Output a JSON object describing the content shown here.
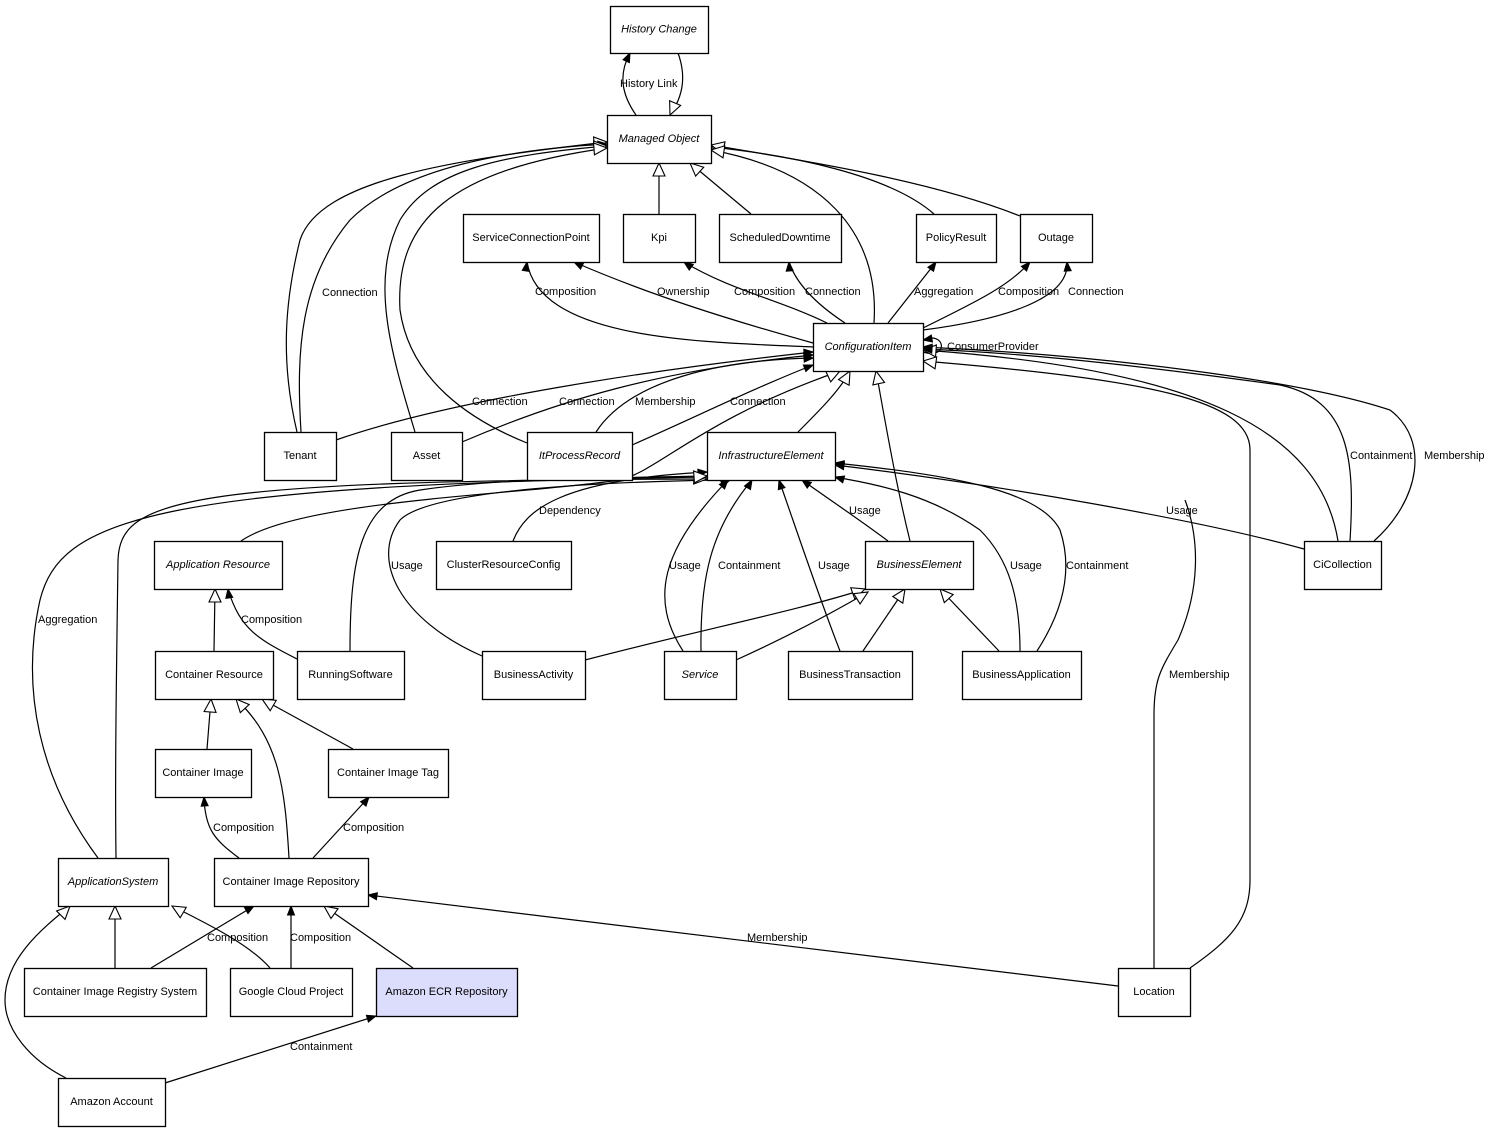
{
  "diagram": {
    "type": "class-relationship-diagram",
    "highlighted_node": "amazon-ecr-repository",
    "highlight_color": "#dcdcfc",
    "nodes": [
      {
        "id": "history-change",
        "label": "History Change",
        "abstract": true
      },
      {
        "id": "managed-object",
        "label": "Managed Object",
        "abstract": true
      },
      {
        "id": "service-connection-point",
        "label": "ServiceConnectionPoint",
        "abstract": false
      },
      {
        "id": "kpi",
        "label": "Kpi",
        "abstract": false
      },
      {
        "id": "scheduled-downtime",
        "label": "ScheduledDowntime",
        "abstract": false
      },
      {
        "id": "policy-result",
        "label": "PolicyResult",
        "abstract": false
      },
      {
        "id": "outage",
        "label": "Outage",
        "abstract": false
      },
      {
        "id": "configuration-item",
        "label": "ConfigurationItem",
        "abstract": true
      },
      {
        "id": "tenant",
        "label": "Tenant",
        "abstract": false
      },
      {
        "id": "asset",
        "label": "Asset",
        "abstract": false
      },
      {
        "id": "it-process-record",
        "label": "ItProcessRecord",
        "abstract": true
      },
      {
        "id": "infrastructure-element",
        "label": "InfrastructureElement",
        "abstract": true
      },
      {
        "id": "application-resource",
        "label": "Application Resource",
        "abstract": true
      },
      {
        "id": "cluster-resource-config",
        "label": "ClusterResourceConfig",
        "abstract": false
      },
      {
        "id": "business-element",
        "label": "BusinessElement",
        "abstract": true
      },
      {
        "id": "ci-collection",
        "label": "CiCollection",
        "abstract": false
      },
      {
        "id": "container-resource",
        "label": "Container Resource",
        "abstract": false
      },
      {
        "id": "running-software",
        "label": "RunningSoftware",
        "abstract": false
      },
      {
        "id": "business-activity",
        "label": "BusinessActivity",
        "abstract": false
      },
      {
        "id": "service",
        "label": "Service",
        "abstract": true
      },
      {
        "id": "business-transaction",
        "label": "BusinessTransaction",
        "abstract": false
      },
      {
        "id": "business-application",
        "label": "BusinessApplication",
        "abstract": false
      },
      {
        "id": "container-image",
        "label": "Container Image",
        "abstract": false
      },
      {
        "id": "container-image-tag",
        "label": "Container Image Tag",
        "abstract": false
      },
      {
        "id": "application-system",
        "label": "ApplicationSystem",
        "abstract": true
      },
      {
        "id": "container-image-repository",
        "label": "Container Image Repository",
        "abstract": false
      },
      {
        "id": "container-image-registry-system",
        "label": "Container Image Registry System",
        "abstract": false
      },
      {
        "id": "google-cloud-project",
        "label": "Google Cloud Project",
        "abstract": false
      },
      {
        "id": "amazon-ecr-repository",
        "label": "Amazon ECR Repository",
        "abstract": false
      },
      {
        "id": "location",
        "label": "Location",
        "abstract": false
      },
      {
        "id": "amazon-account",
        "label": "Amazon Account",
        "abstract": false
      }
    ],
    "edges": [
      {
        "from": "managed-object",
        "to": "history-change",
        "kind": "association",
        "label": "History Link"
      },
      {
        "from": "history-change",
        "to": "managed-object",
        "kind": "inheritance",
        "label": ""
      },
      {
        "from": "kpi",
        "to": "managed-object",
        "kind": "inheritance",
        "label": ""
      },
      {
        "from": "scheduled-downtime",
        "to": "managed-object",
        "kind": "inheritance",
        "label": ""
      },
      {
        "from": "policy-result",
        "to": "managed-object",
        "kind": "inheritance",
        "label": ""
      },
      {
        "from": "outage",
        "to": "managed-object",
        "kind": "inheritance",
        "label": ""
      },
      {
        "from": "configuration-item",
        "to": "managed-object",
        "kind": "inheritance",
        "label": ""
      },
      {
        "from": "tenant",
        "to": "managed-object",
        "kind": "inheritance",
        "label": ""
      },
      {
        "from": "tenant",
        "to": "managed-object",
        "kind": "association",
        "label": "Connection"
      },
      {
        "from": "asset",
        "to": "managed-object",
        "kind": "inheritance",
        "label": ""
      },
      {
        "from": "it-process-record",
        "to": "managed-object",
        "kind": "inheritance",
        "label": ""
      },
      {
        "from": "configuration-item",
        "to": "service-connection-point",
        "kind": "association",
        "label": "Composition"
      },
      {
        "from": "configuration-item",
        "to": "service-connection-point",
        "kind": "association",
        "label": "Ownership"
      },
      {
        "from": "configuration-item",
        "to": "kpi",
        "kind": "association",
        "label": "Composition"
      },
      {
        "from": "configuration-item",
        "to": "scheduled-downtime",
        "kind": "association",
        "label": "Connection"
      },
      {
        "from": "configuration-item",
        "to": "policy-result",
        "kind": "association",
        "label": "Aggregation"
      },
      {
        "from": "configuration-item",
        "to": "outage",
        "kind": "association",
        "label": "Composition"
      },
      {
        "from": "configuration-item",
        "to": "outage",
        "kind": "association",
        "label": "Connection"
      },
      {
        "from": "configuration-item",
        "to": "configuration-item",
        "kind": "association",
        "label": "ConsumerProvider"
      },
      {
        "from": "tenant",
        "to": "configuration-item",
        "kind": "association",
        "label": "Connection"
      },
      {
        "from": "asset",
        "to": "configuration-item",
        "kind": "association",
        "label": "Connection"
      },
      {
        "from": "it-process-record",
        "to": "configuration-item",
        "kind": "association",
        "label": "Membership"
      },
      {
        "from": "it-process-record",
        "to": "configuration-item",
        "kind": "association",
        "label": "Connection"
      },
      {
        "from": "infrastructure-element",
        "to": "configuration-item",
        "kind": "inheritance",
        "label": ""
      },
      {
        "from": "application-resource",
        "to": "configuration-item",
        "kind": "inheritance",
        "label": ""
      },
      {
        "from": "business-element",
        "to": "configuration-item",
        "kind": "inheritance",
        "label": ""
      },
      {
        "from": "ci-collection",
        "to": "configuration-item",
        "kind": "inheritance",
        "label": ""
      },
      {
        "from": "ci-collection",
        "to": "configuration-item",
        "kind": "association",
        "label": "Containment"
      },
      {
        "from": "ci-collection",
        "to": "configuration-item",
        "kind": "association",
        "label": "Membership"
      },
      {
        "from": "location",
        "to": "configuration-item",
        "kind": "inheritance",
        "label": ""
      },
      {
        "from": "cluster-resource-config",
        "to": "infrastructure-element",
        "kind": "association",
        "label": "Dependency"
      },
      {
        "from": "application-system",
        "to": "infrastructure-element",
        "kind": "inheritance",
        "label": ""
      },
      {
        "from": "application-system",
        "to": "infrastructure-element",
        "kind": "association",
        "label": "Aggregation"
      },
      {
        "from": "running-software",
        "to": "infrastructure-element",
        "kind": "inheritance",
        "label": ""
      },
      {
        "from": "business-activity",
        "to": "infrastructure-element",
        "kind": "association",
        "label": "Usage"
      },
      {
        "from": "service",
        "to": "infrastructure-element",
        "kind": "association",
        "label": "Usage"
      },
      {
        "from": "service",
        "to": "infrastructure-element",
        "kind": "association",
        "label": "Containment"
      },
      {
        "from": "business-transaction",
        "to": "infrastructure-element",
        "kind": "association",
        "label": "Usage"
      },
      {
        "from": "business-element",
        "to": "infrastructure-element",
        "kind": "association",
        "label": "Usage"
      },
      {
        "from": "business-application",
        "to": "infrastructure-element",
        "kind": "association",
        "label": "Usage"
      },
      {
        "from": "business-application",
        "to": "infrastructure-element",
        "kind": "association",
        "label": "Containment"
      },
      {
        "from": "ci-collection",
        "to": "infrastructure-element",
        "kind": "association",
        "label": "Usage"
      },
      {
        "from": "business-activity",
        "to": "business-element",
        "kind": "inheritance",
        "label": ""
      },
      {
        "from": "service",
        "to": "business-element",
        "kind": "inheritance",
        "label": ""
      },
      {
        "from": "business-transaction",
        "to": "business-element",
        "kind": "inheritance",
        "label": ""
      },
      {
        "from": "business-application",
        "to": "business-element",
        "kind": "inheritance",
        "label": ""
      },
      {
        "from": "container-resource",
        "to": "application-resource",
        "kind": "inheritance",
        "label": ""
      },
      {
        "from": "running-software",
        "to": "application-resource",
        "kind": "association",
        "label": "Composition"
      },
      {
        "from": "container-image",
        "to": "container-resource",
        "kind": "inheritance",
        "label": ""
      },
      {
        "from": "container-image-repository",
        "to": "container-resource",
        "kind": "inheritance",
        "label": ""
      },
      {
        "from": "container-image-tag",
        "to": "container-resource",
        "kind": "inheritance",
        "label": ""
      },
      {
        "from": "container-image-repository",
        "to": "container-image",
        "kind": "association",
        "label": "Composition"
      },
      {
        "from": "container-image-repository",
        "to": "container-image-tag",
        "kind": "association",
        "label": "Composition"
      },
      {
        "from": "container-image-registry-system",
        "to": "application-system",
        "kind": "inheritance",
        "label": ""
      },
      {
        "from": "google-cloud-project",
        "to": "application-system",
        "kind": "inheritance",
        "label": ""
      },
      {
        "from": "amazon-account",
        "to": "application-system",
        "kind": "inheritance",
        "label": ""
      },
      {
        "from": "container-image-registry-system",
        "to": "container-image-repository",
        "kind": "association",
        "label": "Composition"
      },
      {
        "from": "google-cloud-project",
        "to": "container-image-repository",
        "kind": "association",
        "label": "Composition"
      },
      {
        "from": "amazon-ecr-repository",
        "to": "container-image-repository",
        "kind": "inheritance",
        "label": ""
      },
      {
        "from": "location",
        "to": "container-image-repository",
        "kind": "association",
        "label": "Membership"
      },
      {
        "from": "location",
        "to": "location",
        "kind": "association",
        "label": "Membership"
      },
      {
        "from": "amazon-account",
        "to": "amazon-ecr-repository",
        "kind": "association",
        "label": "Containment"
      }
    ]
  }
}
